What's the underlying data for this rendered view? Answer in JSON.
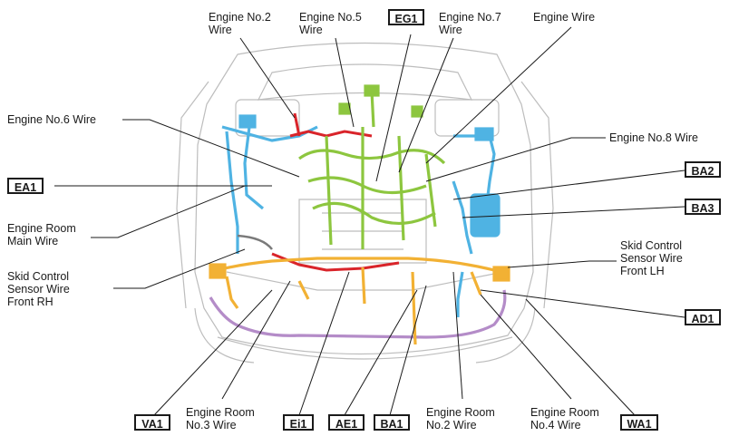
{
  "labels": {
    "engine_no2": "Engine No.2\nWire",
    "engine_no5": "Engine No.5\nWire",
    "engine_no7": "Engine No.7\nWire",
    "engine_wire": "Engine Wire",
    "engine_no6": "Engine No.6 Wire",
    "engine_no8": "Engine No.8 Wire",
    "engine_room_main": "Engine Room\nMain Wire",
    "skid_rh": "Skid Control\nSensor Wire\nFront RH",
    "skid_lh": "Skid Control\nSensor Wire\nFront LH",
    "engine_room_no3": "Engine Room\nNo.3 Wire",
    "engine_room_no2": "Engine Room\nNo.2 Wire",
    "engine_room_no4": "Engine Room\nNo.4 Wire"
  },
  "connectors": {
    "eg1": "EG1",
    "ea1": "EA1",
    "ba2": "BA2",
    "ba3": "BA3",
    "ad1": "AD1",
    "va1": "VA1",
    "ei1": "Ei1",
    "ae1": "AE1",
    "ba1": "BA1",
    "wa1": "WA1"
  },
  "wire_colors": {
    "engine": "#8dc63f",
    "engine_room_main": "#4fb3e3",
    "engine_room_no2": "#f2b134",
    "engine_room_no4": "#b48cc8",
    "engine_no2": "#d9242a",
    "skid_control": "#7a7a7a"
  }
}
